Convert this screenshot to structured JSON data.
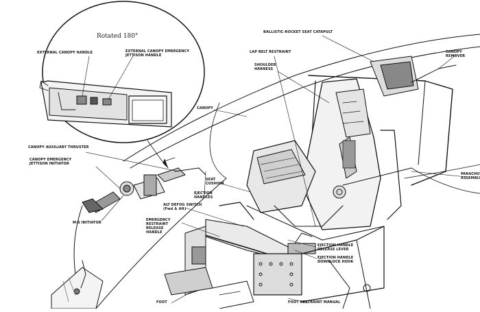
{
  "inset": {
    "title": "Rotated 180°",
    "labels": {
      "external_canopy_handle": "EXTERNAL CANOPY HANDLE",
      "external_canopy_emergency_jettison": "EXTERNAL CANOPY EMERGENCY\nJETTISON HANDLE"
    }
  },
  "labels": {
    "ballistic_rocket_seat_catapult": "BALLISTIC-ROCKET SEAT CATAPULT",
    "lap_belt_restraint": "LAP BELT RESTRAINT",
    "shoulder_harness": "SHOULDER\nHARNESS",
    "canopy_remover": "CANOPY REMOVER",
    "canopy": "CANOPY",
    "canopy_auxiliary_thruster": "CANOPY AUXILIARY THRUSTER",
    "canopy_emergency_jettison_initiator": "CANOPY EMERGENCY\nJETTISON INITIATOR",
    "seat_cushion": "SEAT\nCUSHION",
    "ejection_handles": "EJECTION\nHANDLES",
    "alt_defog_switch": "ALT DEFOG SWITCH\n(Fwd & Aft)",
    "m5_initiator": "M-5 INITIATOR",
    "emergency_restraint_release_handle": "EMERGENCY\nRESTRAINT\nRELEASE\nHANDLE",
    "ejection_handle_release_lever": "EJECTION HANDLE\nRELEASE LEVER",
    "ejection_handle_downlock_hook": "EJECTION HANDLE\nDOWNLOCK HOOK",
    "parachute_assembly": "PARACHUTE\nASSEMBLY",
    "foot_restraint_manual": "FOOT RESTRAINT MANUAL",
    "foot": "FOOT"
  }
}
